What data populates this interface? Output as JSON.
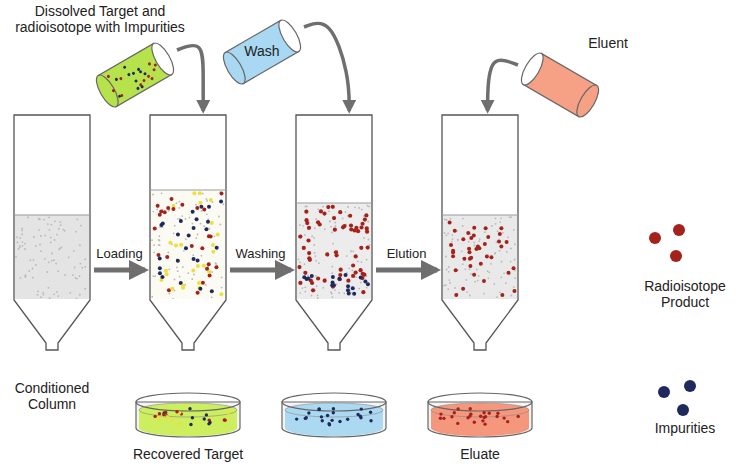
{
  "diagram": {
    "nodes": [
      {
        "text": [
          "Dissolved Target and radioisotope with Impurities"
        ]
      },
      {
        "text": [
          "Wash"
        ]
      },
      {
        "text": [
          "Eluent"
        ]
      },
      {
        "text": [
          "Conditioned Column"
        ]
      },
      {
        "text": []
      },
      {
        "text": []
      },
      {
        "text": []
      }
    ],
    "edges": [
      {
        "from": 3,
        "to": 4,
        "label": "Loading",
        "arrow": "to"
      },
      {
        "from": 4,
        "to": 5,
        "label": "Washing",
        "arrow": "to"
      },
      {
        "from": 5,
        "to": 6,
        "label": "Elution",
        "arrow": "to"
      },
      {
        "from": 0,
        "to": 4,
        "arrow": "to"
      },
      {
        "from": 1,
        "to": 5,
        "arrow": "to"
      },
      {
        "from": 2,
        "to": 6,
        "arrow": "to"
      }
    ],
    "labels": [
      "Recovered Target",
      "Eluate"
    ],
    "legend": [
      {
        "text": "Radioisotope Product"
      },
      {
        "text": "Impurities"
      }
    ]
  }
}
